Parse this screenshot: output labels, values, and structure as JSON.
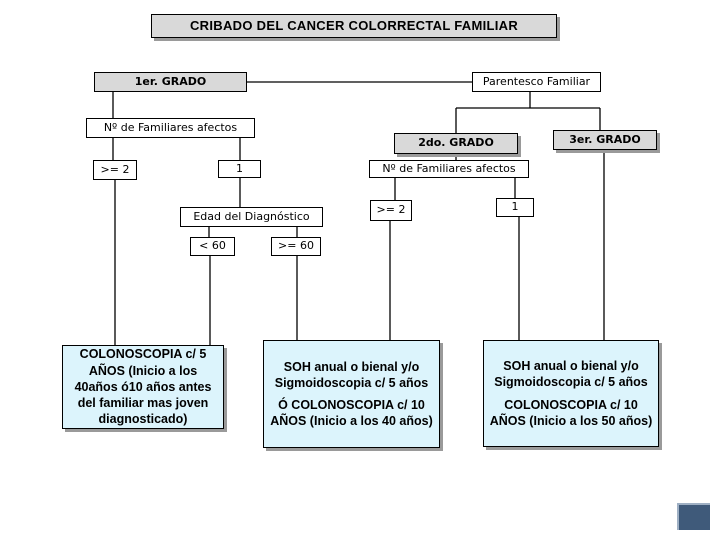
{
  "title": "CRIBADO DEL CANCER COLORRECTAL FAMILIAR",
  "nodes": {
    "primer_grado": "1er. GRADO",
    "parentesco": "Parentesco Familiar",
    "num_familiares_1": "Nº de Familiares afectos",
    "segundo_grado": "2do. GRADO",
    "tercer_grado": "3er. GRADO",
    "ge2_a": ">= 2",
    "uno_a": "1",
    "num_familiares_2": "Nº de Familiares afectos",
    "edad_diagnostico": "Edad del Diagnóstico",
    "ge2_b": ">= 2",
    "uno_b": "1",
    "lt60": "< 60",
    "ge60": ">= 60"
  },
  "outcomes": {
    "colonoscopia": "COLONOSCOPIA c/ 5 AÑOS (Inicio a los 40años ó10 años antes del familiar mas joven diagnosticado)",
    "soh_5_line1": "SOH anual o bienal y/o Sigmoidoscopia c/ 5 años",
    "soh_5_line2": "Ó COLONOSCOPIA c/ 10 AÑOS (Inicio a los 40 años)",
    "soh_50_line1": "SOH anual o bienal y/o Sigmoidoscopia c/ 5 años",
    "soh_50_line2": "COLONOSCOPIA c/ 10 AÑOS (Inicio a los 50 años)"
  },
  "colors": {
    "outcome_fill": "#dcf4fc",
    "header_fill": "#d9d9d9",
    "corner_block": "#3f5a7a"
  }
}
